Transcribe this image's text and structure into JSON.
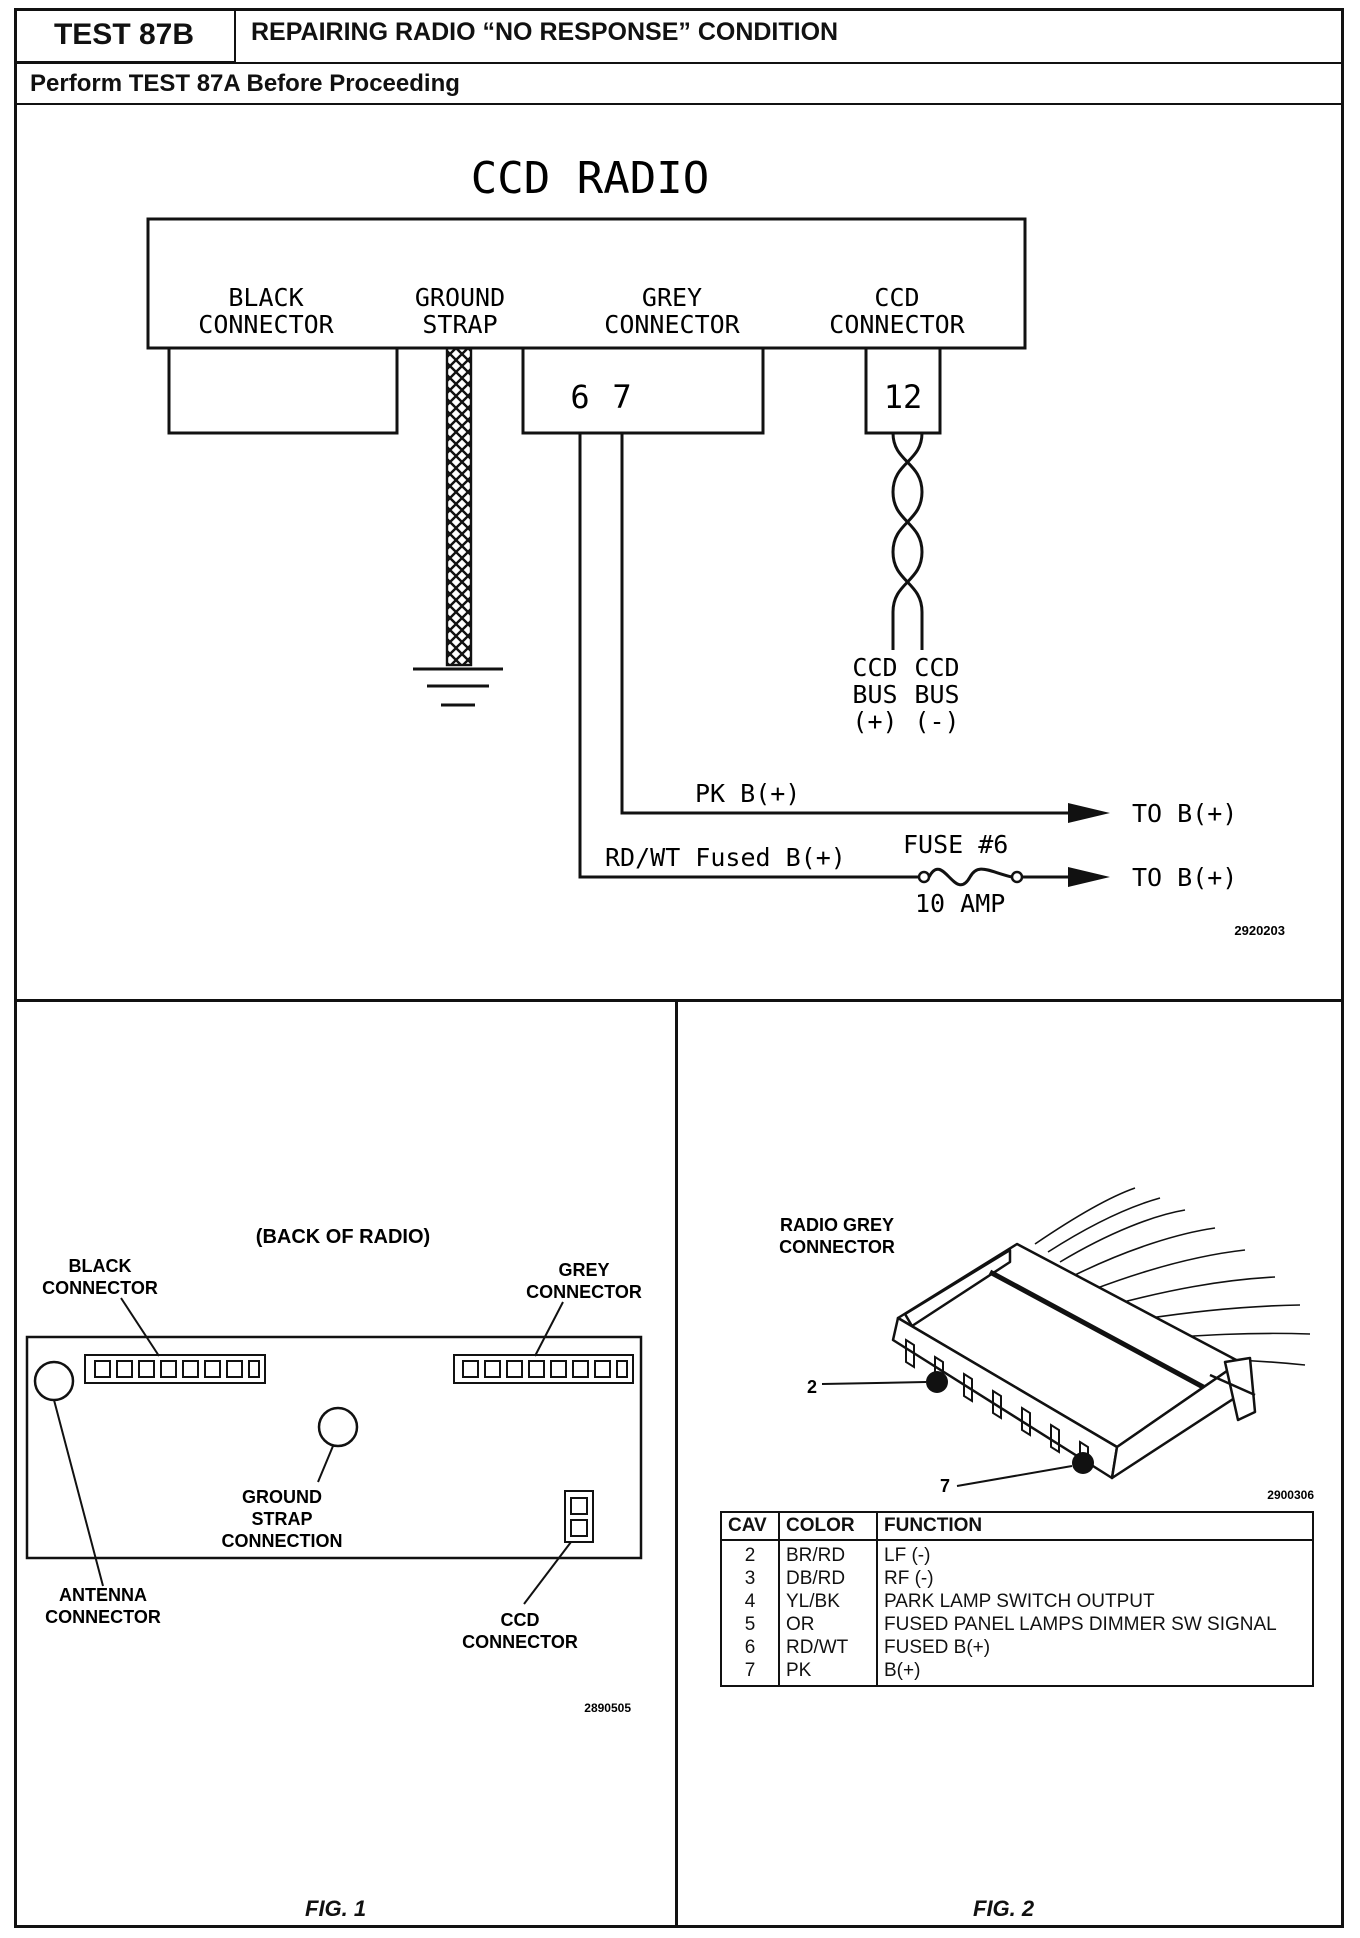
{
  "header": {
    "test_label": "TEST 87B",
    "title": "REPAIRING RADIO “NO RESPONSE” CONDITION",
    "subtitle": "Perform TEST 87A Before Proceeding"
  },
  "schematic": {
    "title": "CCD RADIO",
    "black_connector": [
      "BLACK",
      "CONNECTOR"
    ],
    "ground_strap": [
      "GROUND",
      "STRAP"
    ],
    "grey_connector": [
      "GREY",
      "CONNECTOR"
    ],
    "ccd_connector": [
      "CCD",
      "CONNECTOR"
    ],
    "pin_6": "6",
    "pin_7": "7",
    "pin_12": "12",
    "ccd_bus_plus": [
      "CCD",
      "BUS",
      "(+)"
    ],
    "ccd_bus_minus": [
      "CCD",
      "BUS",
      "(-)"
    ],
    "wire_pk": "PK B(+)",
    "wire_rdwt": "RD/WT Fused B(+)",
    "fuse": "FUSE #6",
    "fuse_rating": "10 AMP",
    "to_b1": "TO B(+)",
    "to_b2": "TO B(+)",
    "ref": "2920203"
  },
  "fig1": {
    "back_label": "(BACK OF RADIO)",
    "black_connector": [
      "BLACK",
      "CONNECTOR"
    ],
    "grey_connector": [
      "GREY",
      "CONNECTOR"
    ],
    "ground_strap": [
      "GROUND",
      "STRAP",
      "CONNECTION"
    ],
    "antenna": [
      "ANTENNA",
      "CONNECTOR"
    ],
    "ccd": [
      "CCD",
      "CONNECTOR"
    ],
    "ref": "2890505",
    "caption": "FIG. 1"
  },
  "fig2": {
    "radio_grey": [
      "RADIO GREY",
      "CONNECTOR"
    ],
    "pin_2": "2",
    "pin_7": "7",
    "ref": "2900306",
    "caption": "FIG. 2",
    "table": {
      "headers": [
        "CAV",
        "COLOR",
        "FUNCTION"
      ],
      "rows": [
        [
          "2",
          "BR/RD",
          "LF (-)"
        ],
        [
          "3",
          "DB/RD",
          "RF (-)"
        ],
        [
          "4",
          "YL/BK",
          "PARK LAMP SWITCH OUTPUT"
        ],
        [
          "5",
          "OR",
          "FUSED PANEL LAMPS DIMMER SW SIGNAL"
        ],
        [
          "6",
          "RD/WT",
          "FUSED B(+)"
        ],
        [
          "7",
          "PK",
          "B(+)"
        ]
      ]
    }
  }
}
